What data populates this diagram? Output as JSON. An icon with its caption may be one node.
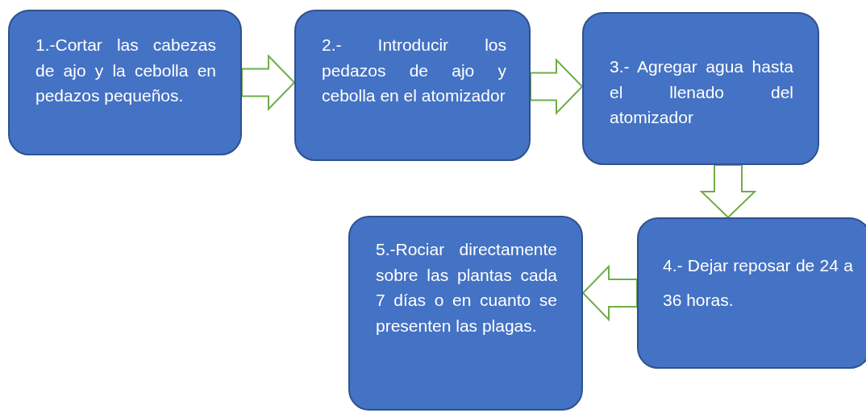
{
  "diagram": {
    "nodes": [
      {
        "text": [
          "1.-Cortar las cabezas de ajo y la cebolla en pedazos pequeños."
        ]
      },
      {
        "text": [
          "2.- Introducir los pedazos de ajo y cebolla en el atomizador"
        ]
      },
      {
        "text": [
          "3.- Agregar agua hasta el llenado del atomizador"
        ]
      },
      {
        "text": [
          "4.- Dejar reposar de 24 a 36 horas."
        ]
      },
      {
        "text": [
          "5.-Rociar directamente sobre las plantas cada 7 días o en cuanto se presenten las plagas."
        ]
      }
    ],
    "edges": [
      {
        "from": 0,
        "to": 1,
        "arrow": "to"
      },
      {
        "from": 1,
        "to": 2,
        "arrow": "to"
      },
      {
        "from": 2,
        "to": 3,
        "arrow": "to"
      },
      {
        "from": 3,
        "to": 4,
        "arrow": "to"
      }
    ]
  }
}
